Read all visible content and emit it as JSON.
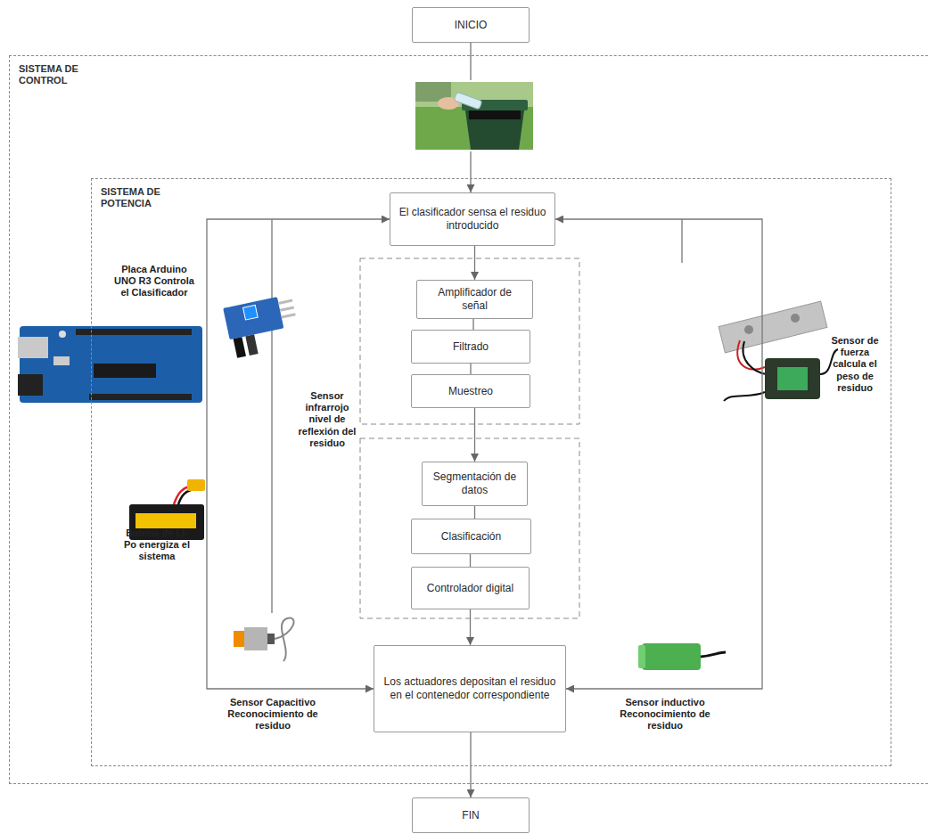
{
  "diagram": {
    "nodes": [
      {
        "text": [
          "INICIO"
        ]
      },
      {
        "text": [
          "SISTEMA DE CONTROL"
        ]
      },
      {
        "text": [
          "SISTEMA DE POTENCIA"
        ],
        "in": 1
      },
      {
        "text": [
          "El clasificador sensa el residuo introducido"
        ],
        "in": 2
      },
      {
        "text": [
          "Amplificador de señal"
        ],
        "in": 2
      },
      {
        "text": [
          "Filtrado"
        ],
        "in": 2
      },
      {
        "text": [
          "Muestreo"
        ],
        "in": 2
      },
      {
        "text": [
          "Segmentación de datos"
        ],
        "in": 2
      },
      {
        "text": [
          "Clasificación"
        ],
        "in": 2
      },
      {
        "text": [
          "Controlador digital"
        ],
        "in": 2
      },
      {
        "text": [
          "Los actuadores depositan el residuo en el contenedor correspondiente"
        ],
        "in": 2
      },
      {
        "text": [
          "FIN"
        ]
      }
    ],
    "edges": [
      {
        "from": 0,
        "to": 3,
        "arrow": "to"
      },
      {
        "from": 3,
        "to": 4,
        "arrow": "to"
      },
      {
        "from": 4,
        "to": 5,
        "arrow": "none"
      },
      {
        "from": 5,
        "to": 6,
        "arrow": "none"
      },
      {
        "from": 6,
        "to": 7,
        "arrow": "to"
      },
      {
        "from": 7,
        "to": 8,
        "arrow": "none"
      },
      {
        "from": 8,
        "to": 9,
        "arrow": "none"
      },
      {
        "from": 9,
        "to": 10,
        "arrow": "to"
      },
      {
        "from": 10,
        "to": 11,
        "arrow": "to"
      },
      {
        "from": 3,
        "to": 10,
        "arrow": "both"
      },
      {
        "from": 3,
        "to": 10,
        "arrow": "both"
      }
    ],
    "labels": [
      "Placa Arduino UNO R3 Controla el Clasificador",
      "Sensor infrarrojo nivel de reflexión del residuo",
      "Batería de Li-Po energiza el sistema",
      "Sensor Capacitivo Reconocimiento de residuo",
      "Sensor inductivo Reconocimiento de residuo",
      "Sensor de fuerza calcula el peso de residuo"
    ]
  }
}
